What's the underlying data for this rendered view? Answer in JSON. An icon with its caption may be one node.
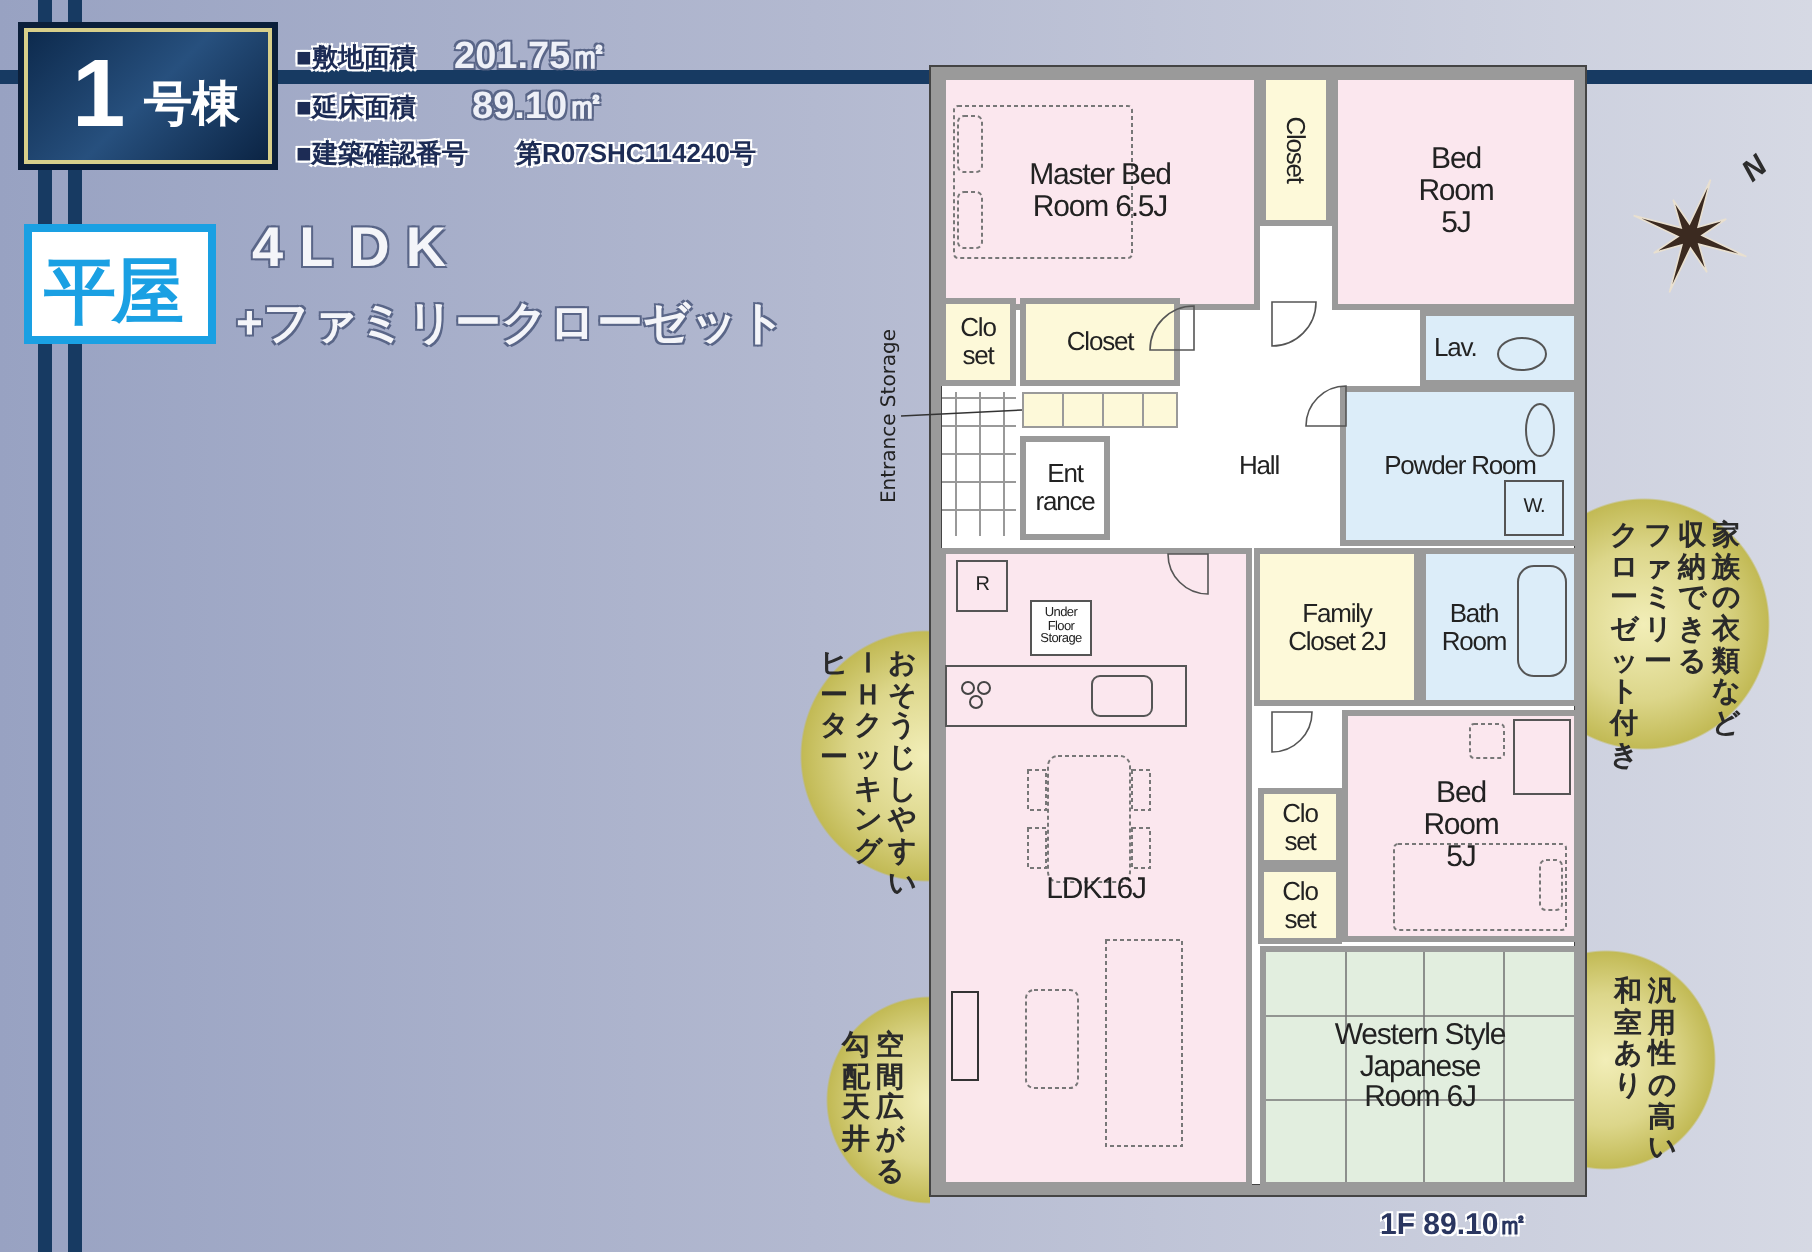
{
  "diagram": {
    "nodes": [
      {
        "text": [
          "1",
          "号棟"
        ]
      },
      {
        "text": [
          "平屋"
        ]
      },
      {
        "text": [
          "Master Bed Room 6.5J"
        ]
      },
      {
        "text": [
          "Closet"
        ]
      },
      {
        "text": [
          "Bed Room 5J"
        ]
      },
      {
        "text": [
          "Clo set"
        ]
      },
      {
        "text": [
          "Closet"
        ]
      },
      {
        "text": [
          "Lav."
        ]
      },
      {
        "text": [
          "Entrance Storage"
        ]
      },
      {
        "text": [
          "Hall"
        ]
      },
      {
        "text": [
          "Powder Room"
        ]
      },
      {
        "text": [
          "W."
        ],
        "in": 10
      },
      {
        "text": [
          "Ent rance"
        ]
      },
      {
        "text": [
          "LDK16J"
        ]
      },
      {
        "text": [
          "R"
        ],
        "in": 13
      },
      {
        "text": [
          "Under Floor Storage"
        ],
        "in": 13
      },
      {
        "text": [
          "Family Closet 2J"
        ]
      },
      {
        "text": [
          "Bath Room"
        ]
      },
      {
        "text": [
          "Bed Room 5J"
        ]
      },
      {
        "text": [
          "Clo set"
        ]
      },
      {
        "text": [
          "Clo set"
        ]
      },
      {
        "text": [
          "Western Style Japanese Room 6J"
        ]
      },
      {
        "text": [
          "おそうじしやすいＩＨクッキングヒーター"
        ]
      },
      {
        "text": [
          "家族の衣類など収納できるファミリークローゼット付き"
        ]
      },
      {
        "text": [
          "空間広がる勾配天井"
        ]
      },
      {
        "text": [
          "汎用性の高い和室あり"
        ]
      },
      {
        "text": [],
        "shape": "box"
      }
    ],
    "edges": [
      {
        "from": 8,
        "to": 26,
        "arrow": "none"
      }
    ],
    "labels": [
      "■敷地面積",
      "201.75㎡",
      "■延床面積",
      "89.10㎡",
      "■建築確認番号",
      "第R07SHC114240号",
      "4LDK",
      "+ファミリークローゼット",
      "N",
      "1F 89.10㎡"
    ]
  }
}
